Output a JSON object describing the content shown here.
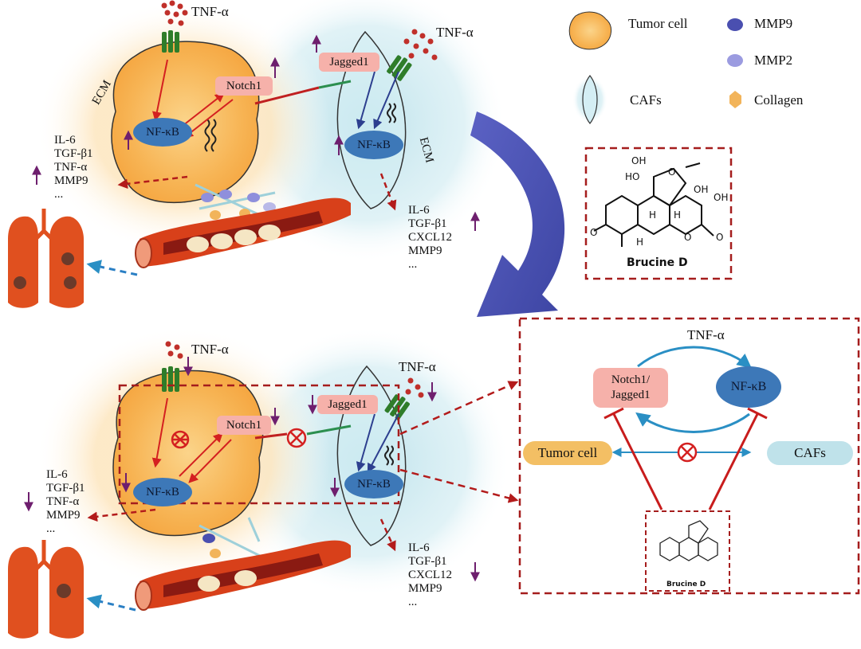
{
  "colors": {
    "tumor": "#f6b04a",
    "tumor_light": "#fde4b6",
    "caf_glow": "#cbe8ef",
    "red_arrow": "#d42020",
    "blue_arrow": "#2d3f8f",
    "purple_arrow": "#6e1f6e",
    "dash_red": "#b31b1b",
    "swirl": "#4a52b0",
    "mmp9": "#4a4fb0",
    "mmp2": "#9b9be0",
    "collagen": "#f2b45a",
    "nfkb": "#3d78b8",
    "notch": "#f6b1aa",
    "receptor": "#2f7d2a",
    "vessel": "#d8401a",
    "lung": "#e0501f"
  },
  "icons": [
    "tnf-ligand-icon",
    "receptor-icon",
    "dna-icon",
    "blood-vessel-icon",
    "lung-icon",
    "molecule-icon",
    "inhibit-circle-icon",
    "curved-arrow-icon"
  ],
  "legend": {
    "tumor_cell": "Tumor cell",
    "cafs": "CAFs",
    "mmp9": "MMP9",
    "mmp2": "MMP2",
    "collagen": "Collagen"
  },
  "top": {
    "tnf_a_tumor": "TNF-α",
    "tnf_a_caf": "TNF-α",
    "ecm_left": "ECM",
    "ecm_right": "ECM",
    "notch1": "Notch1",
    "jagged1": "Jagged1",
    "nfkb_tumor": "NF-κB",
    "nfkb_caf": "NF-κB",
    "tumor_factors": [
      "IL-6",
      "TGF-β1",
      "TNF-α",
      "MMP9",
      "..."
    ],
    "caf_factors": [
      "IL-6",
      "TGF-β1",
      "CXCL12",
      "MMP9",
      "..."
    ]
  },
  "bottom": {
    "tnf_a_tumor": "TNF-α",
    "tnf_a_caf": "TNF-α",
    "notch1": "Notch1",
    "jagged1": "Jagged1",
    "nfkb_tumor": "NF-κB",
    "nfkb_caf": "NF-κB",
    "tumor_factors": [
      "IL-6",
      "TGF-β1",
      "TNF-α",
      "MMP9",
      "..."
    ],
    "caf_factors": [
      "IL-6",
      "TGF-β1",
      "CXCL12",
      "MMP9",
      "..."
    ]
  },
  "structure": {
    "name": "Brucine D",
    "atoms": [
      "OH",
      "HO",
      "O",
      "OH",
      "OH",
      "O",
      "H",
      "H",
      "H",
      "O",
      "O"
    ]
  },
  "mechanism": {
    "tnf_a": "TNF-α",
    "notch_jagged": [
      "Notch1/",
      "Jagged1"
    ],
    "nfkb": "NF-κB",
    "tumor_cell": "Tumor cell",
    "cafs": "CAFs",
    "small_structure_name": "Brucine D"
  }
}
